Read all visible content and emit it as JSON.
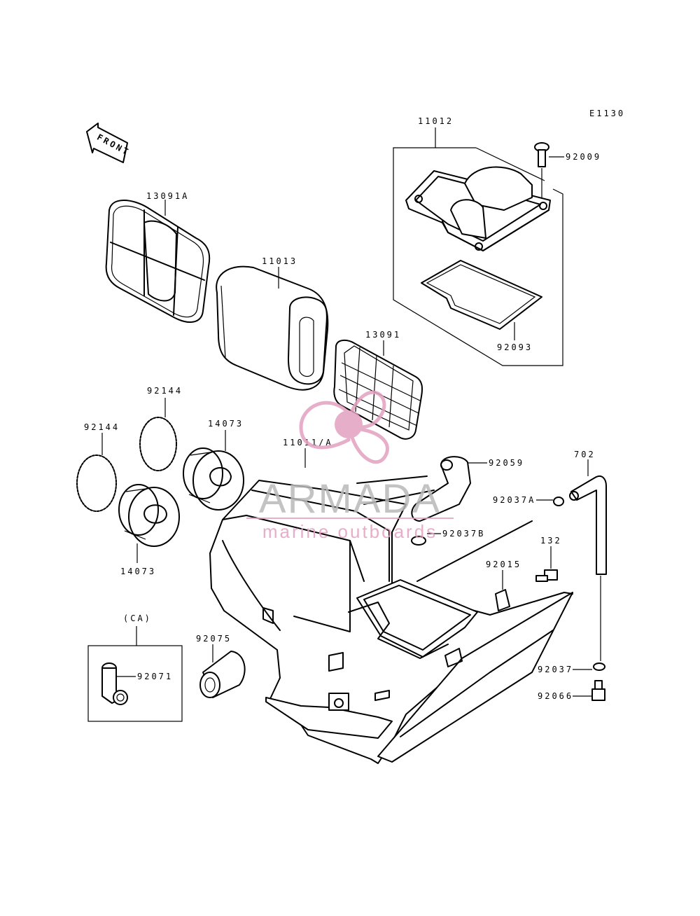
{
  "diagram_code": "E1130",
  "front_label": "FRONT",
  "watermark": {
    "brand": "ARMADA",
    "tagline": "marine outboards",
    "color": "#e3a1c0"
  },
  "callouts": {
    "p11012": "11012",
    "p92009": "92009",
    "p92093": "92093",
    "p13091A": "13091A",
    "p11013": "11013",
    "p13091": "13091",
    "p92144a": "92144",
    "p92144b": "92144",
    "p14073a": "14073",
    "p14073b": "14073",
    "p11011A": "11011/A",
    "p92059": "92059",
    "p702": "702",
    "p92037A": "92037A",
    "p92037B": "92037B",
    "p132": "132",
    "p92015": "92015",
    "pCA": "(CA)",
    "p92075": "92075",
    "p92071": "92071",
    "p92037": "92037",
    "p92066": "92066"
  }
}
